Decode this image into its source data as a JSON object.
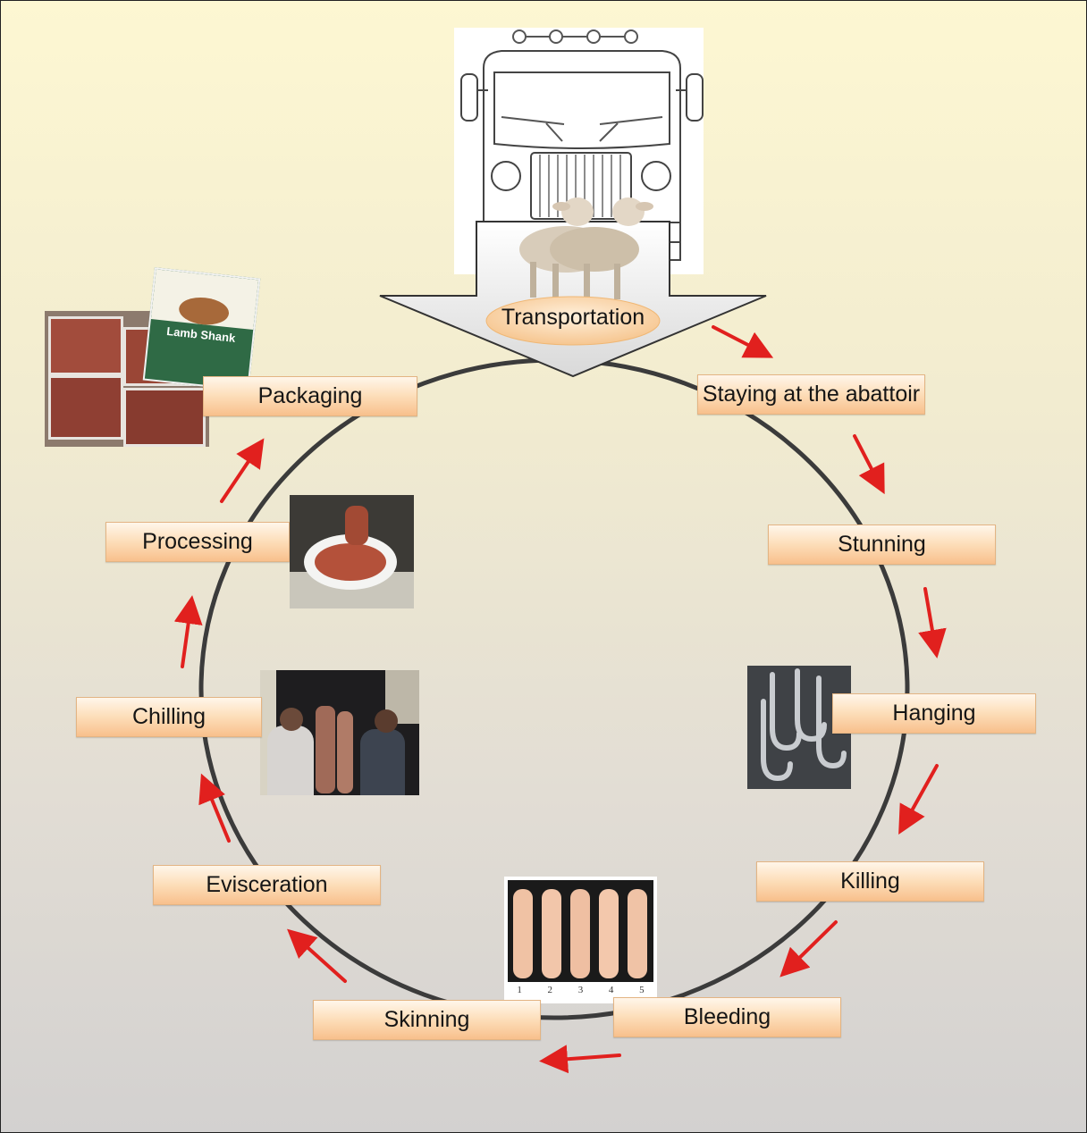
{
  "diagram": {
    "start_label": "Transportation",
    "stages": [
      {
        "id": "abattoir",
        "label": "Staying at the abattoir"
      },
      {
        "id": "stunning",
        "label": "Stunning"
      },
      {
        "id": "hanging",
        "label": "Hanging"
      },
      {
        "id": "killing",
        "label": "Killing"
      },
      {
        "id": "bleeding",
        "label": "Bleeding"
      },
      {
        "id": "skinning",
        "label": "Skinning"
      },
      {
        "id": "evisceration",
        "label": "Evisceration"
      },
      {
        "id": "chilling",
        "label": "Chilling"
      },
      {
        "id": "processing",
        "label": "Processing"
      },
      {
        "id": "packaging",
        "label": "Packaging"
      }
    ],
    "carcass_numbers": [
      "1",
      "2",
      "3",
      "4",
      "5"
    ],
    "package_title": "Lamb Shank"
  },
  "colors": {
    "arrow": "#e1201e",
    "cycle_line": "#3b3b3b",
    "label_fill": "#fcd9b2",
    "transport_ellipse": "#f9d2a6"
  }
}
